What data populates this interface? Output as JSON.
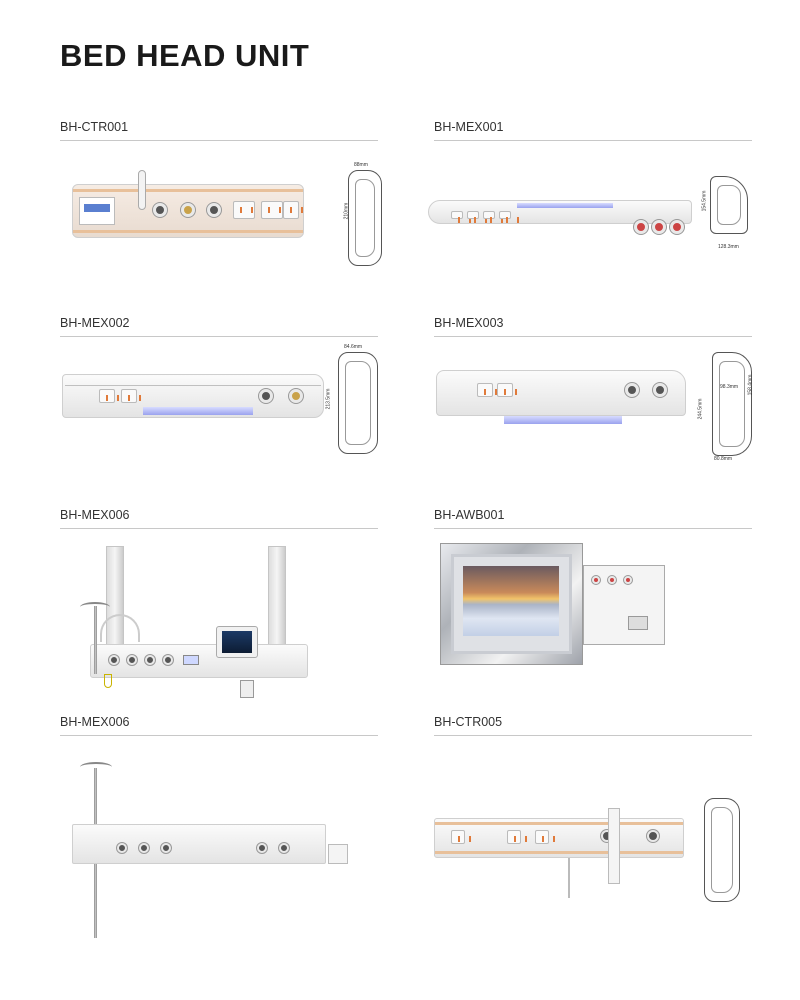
{
  "page": {
    "title": "BED HEAD UNIT"
  },
  "products": [
    {
      "code": "BH-CTR001"
    },
    {
      "code": "BH-MEX001"
    },
    {
      "code": "BH-MEX002"
    },
    {
      "code": "BH-MEX003"
    },
    {
      "code": "BH-MEX006"
    },
    {
      "code": "BH-AWB001"
    },
    {
      "code": "BH-MEX006"
    },
    {
      "code": "BH-CTR005"
    }
  ],
  "dimensions": {
    "ctr001": [
      "88mm",
      "210mm"
    ],
    "mex001": [
      "154.5mm",
      "128.3mm"
    ],
    "mex002": [
      "84.6mm",
      "213.5mm"
    ],
    "mex003": [
      "98.3mm",
      "158.4mm",
      "244.5mm",
      "80.8mm"
    ]
  }
}
